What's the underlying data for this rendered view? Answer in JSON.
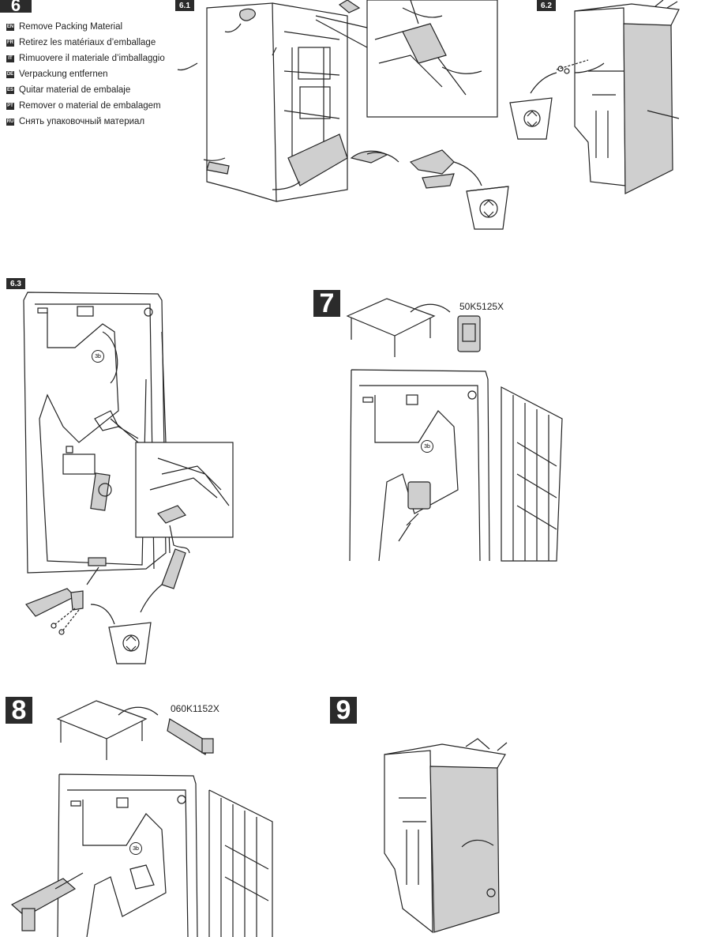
{
  "steps": {
    "s6": {
      "number": "6"
    },
    "s61": {
      "label": "6.1"
    },
    "s62": {
      "label": "6.2"
    },
    "s63": {
      "label": "6.3"
    },
    "s7": {
      "number": "7",
      "part_number": "50K5125X"
    },
    "s8": {
      "number": "8",
      "part_number": "060K1152X"
    },
    "s9": {
      "number": "9"
    }
  },
  "languages": [
    {
      "code": "EN",
      "text": "Remove Packing Material"
    },
    {
      "code": "FR",
      "text": "Retirez les matériaux d’emballage"
    },
    {
      "code": "IT",
      "text": "Rimuovere il materiale d’imballaggio"
    },
    {
      "code": "DE",
      "text": "Verpackung entfernen"
    },
    {
      "code": "ES",
      "text": "Quitar material de embalaje"
    },
    {
      "code": "PT",
      "text": "Remover o material de embalagem"
    },
    {
      "code": "RU",
      "text": "Снять упаковочный материал"
    }
  ],
  "callouts": {
    "c1": "3b",
    "c2": "3b",
    "c3": "3b"
  },
  "icons": {
    "recycle": "recycle-bin-icon",
    "arrow": "curved-arrow-icon"
  },
  "colors": {
    "badge": "#2b2b2b",
    "line": "#222222",
    "panel": "#cfcfcf"
  }
}
